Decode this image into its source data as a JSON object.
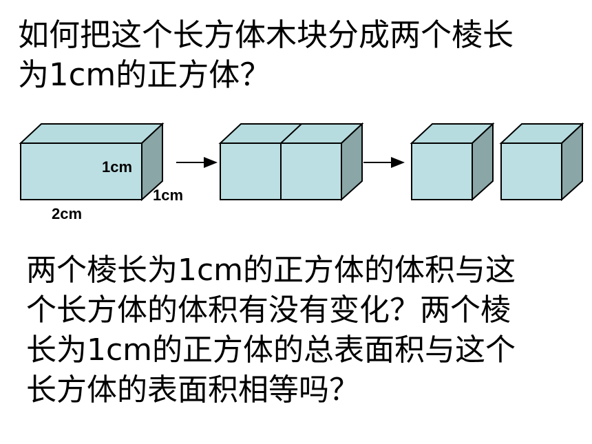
{
  "question": {
    "line1": "如何把这个长方体木块分成两个棱长",
    "line2": "为1cm的正方体？"
  },
  "diagram": {
    "labels": {
      "height": "1cm",
      "depth": "1cm",
      "length": "2cm"
    },
    "colors": {
      "front": "#bcdfe3",
      "top": "#b6dcdf",
      "side": "#8aa6a6",
      "stroke": "#000000"
    }
  },
  "body": {
    "line1": "两个棱长为1cm的正方体的体积与这",
    "line2": "个长方体的体积有没有变化？两个棱",
    "line3": "长为1cm的正方体的总表面积与这个",
    "line4": "长方体的表面积相等吗？"
  }
}
